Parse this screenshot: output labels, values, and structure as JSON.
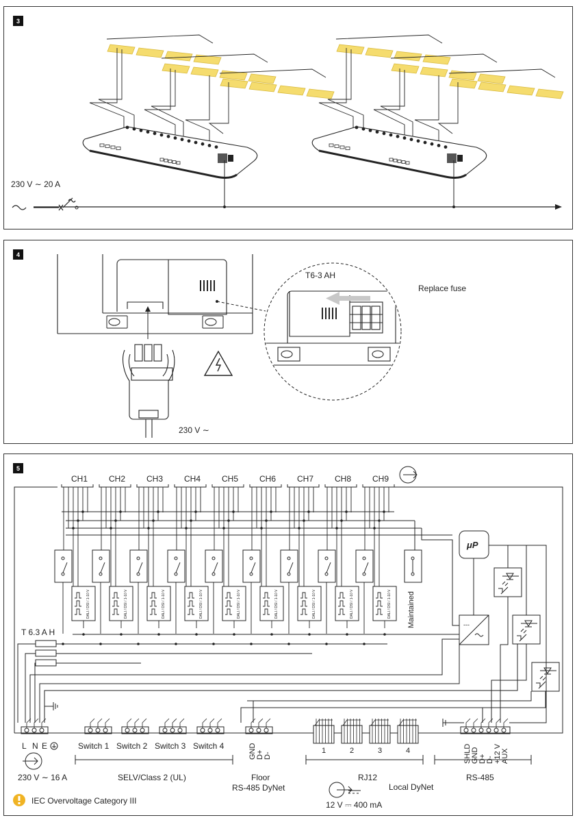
{
  "panel3": {
    "number": "3",
    "supply_label": "230 V ∼ 20 A"
  },
  "panel4": {
    "number": "4",
    "fuse_rating": "T6-3 AH",
    "replace_fuse": "Replace fuse",
    "mains_label": "230 V ∼"
  },
  "panel5": {
    "number": "5",
    "channels": [
      "CH1",
      "CH2",
      "CH3",
      "CH4",
      "CH5",
      "CH6",
      "CH7",
      "CH8",
      "CH9"
    ],
    "fuse_label": "T 6.3 A H",
    "dimmer_module_text": "DALI / DSI / 1-10 V",
    "maintained": "Maintained",
    "micro": "μP",
    "terminal_l": "L",
    "terminal_n": "N",
    "terminal_e": "E",
    "switches": [
      "Switch 1",
      "Switch 2",
      "Switch 3",
      "Switch 4"
    ],
    "floor_terms": [
      "GND",
      "D+",
      "D-"
    ],
    "rj12_ports": [
      "1",
      "2",
      "3",
      "4"
    ],
    "rs485_terms": [
      "SHLD",
      "GND",
      "D+",
      "D-",
      "+12 V",
      "AUX"
    ],
    "mains_rating": "230 V ∼ 16 A",
    "selv_label": "SELV/Class 2 (UL)",
    "floor_label_1": "Floor",
    "floor_label_2": "RS-485 DyNet",
    "rj12_label": "RJ12",
    "local_dynet": "Local DyNet",
    "rs485_label": "RS-485",
    "power_output": "12 V ⎓ 400 mA",
    "iec_note": "IEC Overvoltage Category III"
  },
  "colors": {
    "luminaire": "#f5dc6e",
    "luminaire_edge": "#d8b93a",
    "line": "#222222",
    "warning": "#f0b323",
    "arrow_grey": "#c8c8c8"
  }
}
